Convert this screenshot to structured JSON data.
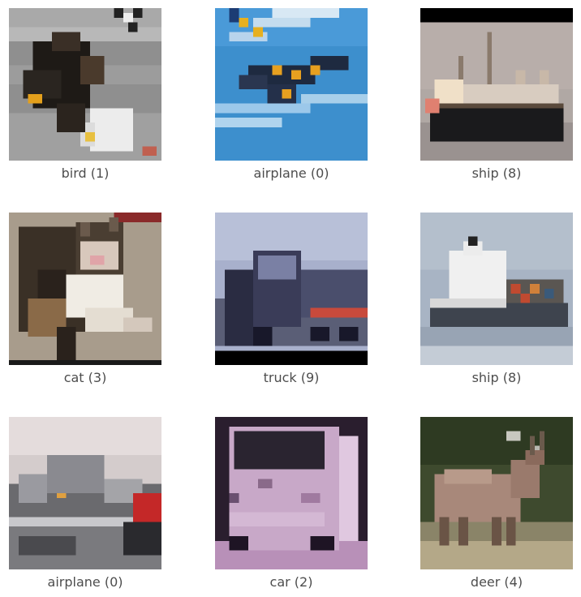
{
  "grid": {
    "items": [
      {
        "label": "bird (1)",
        "subject": "bird"
      },
      {
        "label": "airplane (0)",
        "subject": "airplane"
      },
      {
        "label": "ship (8)",
        "subject": "ship"
      },
      {
        "label": "cat (3)",
        "subject": "cat"
      },
      {
        "label": "truck (9)",
        "subject": "truck"
      },
      {
        "label": "ship (8)",
        "subject": "ship"
      },
      {
        "label": "airplane (0)",
        "subject": "airplane"
      },
      {
        "label": "car (2)",
        "subject": "car"
      },
      {
        "label": "deer (4)",
        "subject": "deer"
      }
    ]
  },
  "colors": {
    "caption_text": "#4d4d4d",
    "background": "#ffffff"
  }
}
